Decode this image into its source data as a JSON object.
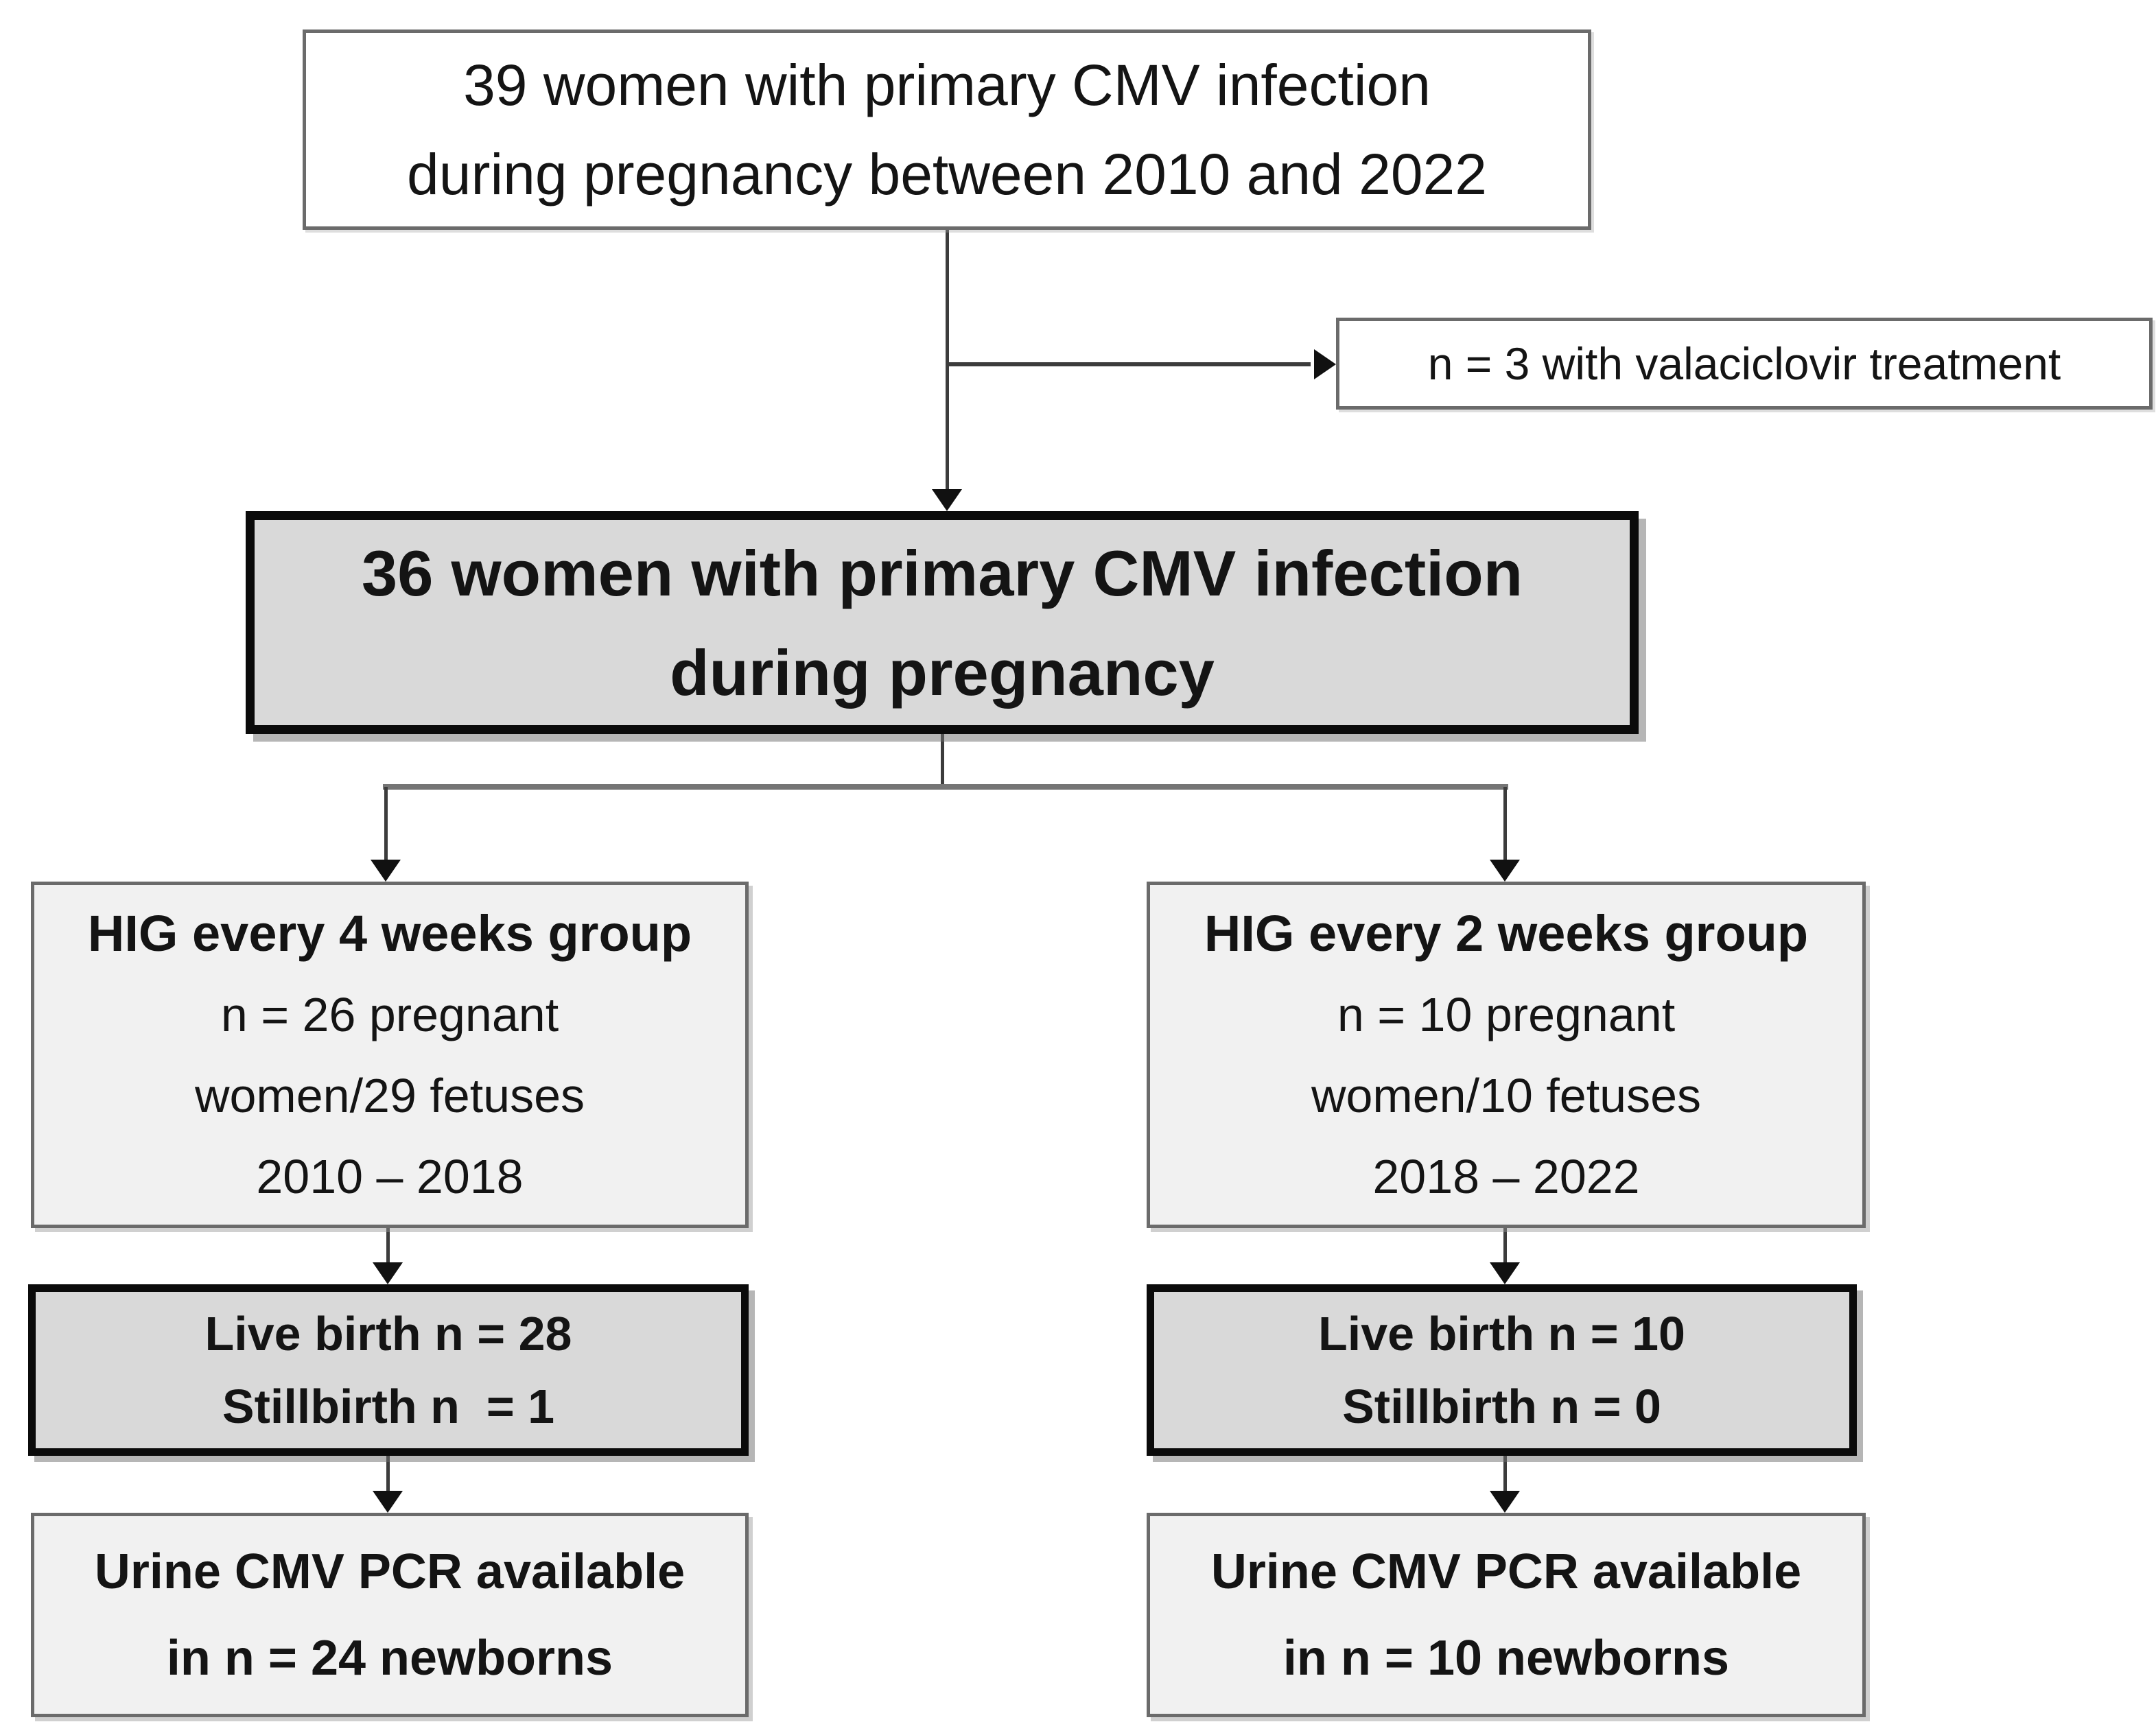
{
  "figure": {
    "kind": "study-flow-diagram"
  },
  "colors": {
    "page_bg": "#ffffff",
    "text": "#141414",
    "line": "#3c3c3c",
    "arrow": "#111111",
    "split_bar": "#757575",
    "box_border_gray": "#6b6b6b",
    "box_border_black": "#0b0b0b",
    "fill_white": "#ffffff",
    "fill_light": "#f1f1f1",
    "fill_gray": "#d9d9d9"
  },
  "boxes": {
    "top": {
      "lines": [
        "39 women with primary CMV infection",
        "during pregnancy between 2010 and 2022"
      ]
    },
    "excluded": {
      "lines": [
        "n = 3 with valaciclovir treatment"
      ]
    },
    "main": {
      "lines": [
        "36 women with primary CMV infection",
        "during pregnancy"
      ]
    },
    "hig4": {
      "title": "HIG every 4 weeks group",
      "lines": [
        "n = 26 pregnant",
        "women/29 fetuses",
        "2010 – 2018"
      ]
    },
    "hig2": {
      "title": "HIG every 2 weeks group",
      "lines": [
        "n = 10 pregnant",
        "women/10 fetuses",
        "2018 – 2022"
      ]
    },
    "live4": {
      "lines": [
        "Live birth n = 28",
        "Stillbirth n  = 1"
      ]
    },
    "live2": {
      "lines": [
        "Live birth n = 10",
        "Stillbirth n = 0"
      ]
    },
    "urine4": {
      "lines": [
        "Urine CMV PCR available",
        "in n = 24 newborns"
      ]
    },
    "urine2": {
      "lines": [
        "Urine CMV PCR available",
        "in n = 10 newborns"
      ]
    }
  }
}
